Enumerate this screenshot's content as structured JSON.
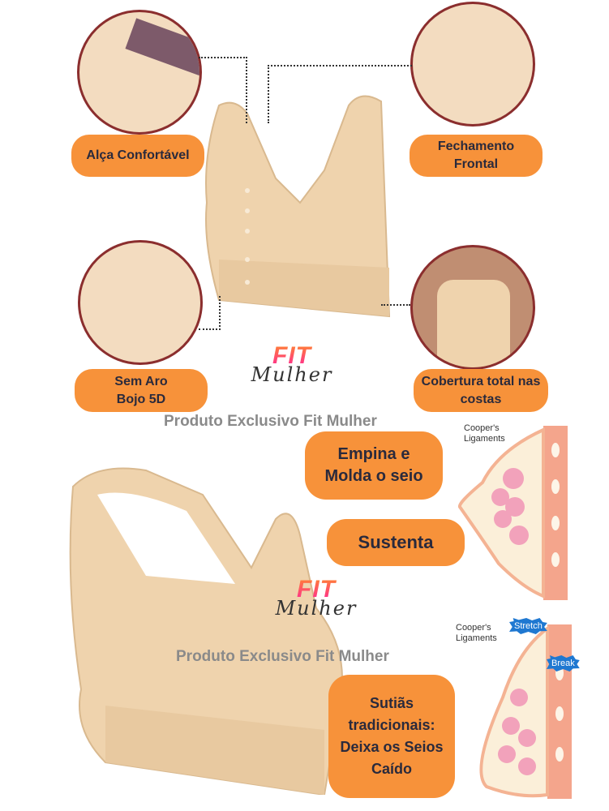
{
  "features": {
    "strap": "Alça Confortável",
    "front_closure": "Fechamento Frontal",
    "no_wire": "Sem Aro Bojo 5D",
    "back_coverage": "Cobertura total nas costas"
  },
  "benefits": {
    "lift": "Empina e Molda o seio",
    "support": "Sustenta",
    "traditional": "Sutiãs tradicionais: Deixa os Seios Caído"
  },
  "watermark": "Produto Exclusivo Fit Mulher",
  "logo": {
    "fit": "FIT",
    "mulher": "Mulher"
  },
  "diagram": {
    "ligaments_label": "Cooper's Ligaments",
    "stretch": "Stretch",
    "break": "Break"
  },
  "colors": {
    "accent": "#f7923a",
    "product": "#efd3ad",
    "text": "#2a2a3c"
  }
}
